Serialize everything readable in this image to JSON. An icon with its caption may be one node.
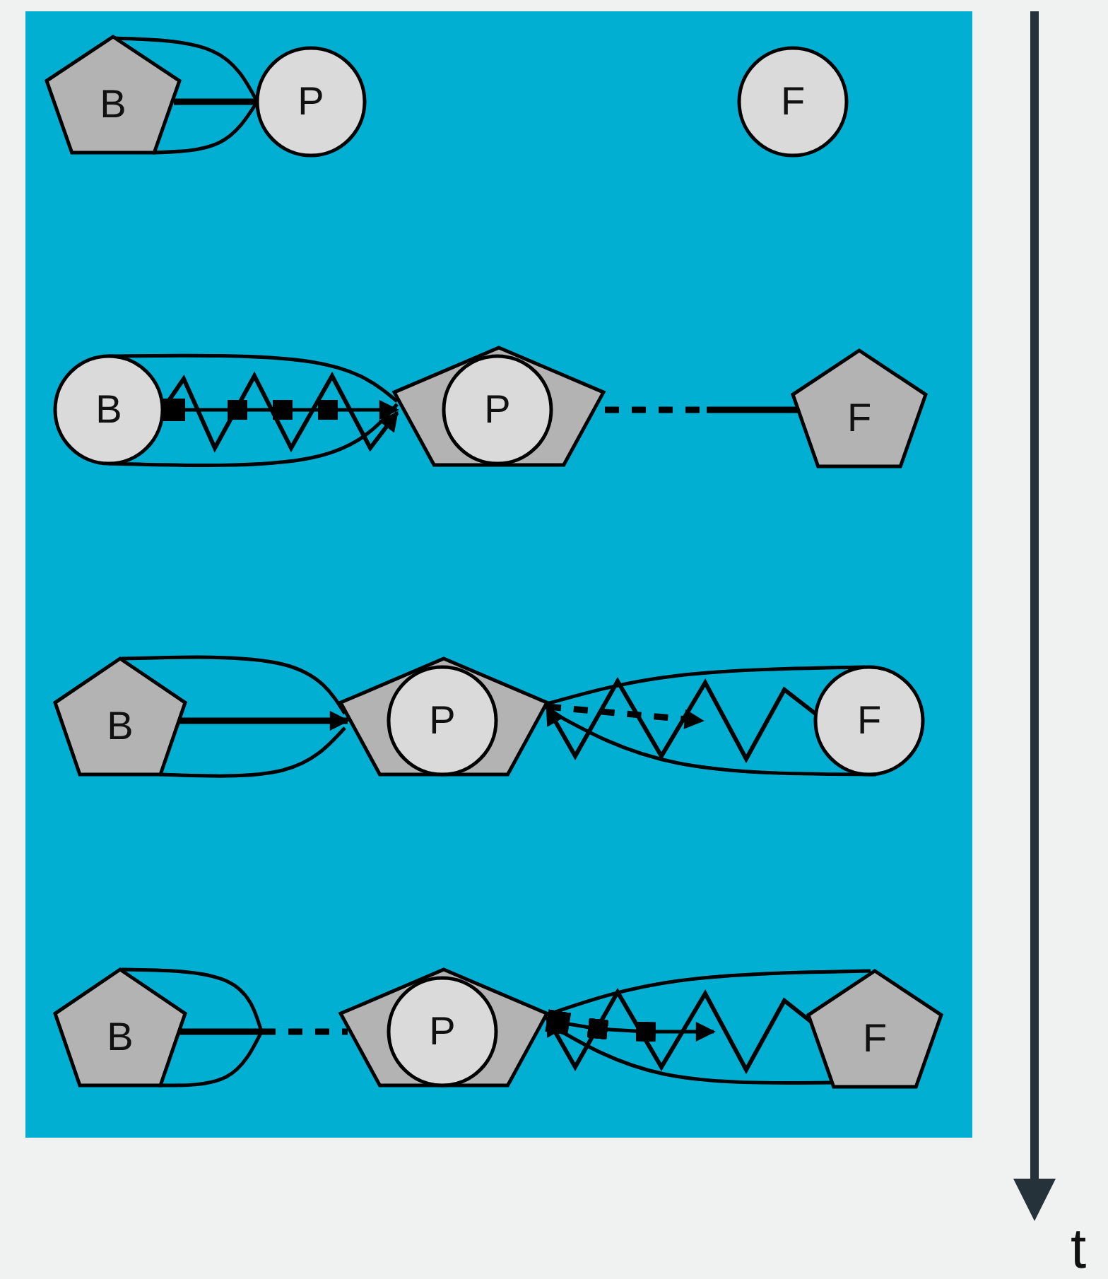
{
  "diagram": {
    "nodes": [
      {
        "text": [
          "B"
        ]
      },
      {
        "text": [
          "P"
        ]
      },
      {
        "text": [
          "F"
        ]
      },
      {
        "text": [
          "B"
        ]
      },
      {
        "text": [
          "P"
        ]
      },
      {
        "text": [
          "F"
        ]
      },
      {
        "text": [
          "B"
        ]
      },
      {
        "text": [
          "P"
        ]
      },
      {
        "text": [
          "F"
        ]
      },
      {
        "text": [
          "B"
        ]
      },
      {
        "text": [
          "P"
        ]
      },
      {
        "text": [
          "F"
        ]
      }
    ],
    "edges": [
      {
        "from": 0,
        "to": 1,
        "arrow": "none",
        "style": "thick"
      },
      {
        "from": 0,
        "to": 1,
        "arrow": "none"
      },
      {
        "from": 0,
        "to": 1,
        "arrow": "none"
      },
      {
        "from": 3,
        "to": 4,
        "arrow": "none"
      },
      {
        "from": 3,
        "to": 4,
        "arrow": "none"
      },
      {
        "from": 3,
        "to": 4,
        "arrow": "to"
      },
      {
        "from": 3,
        "to": 4,
        "arrow": "to"
      },
      {
        "from": 4,
        "to": null,
        "arrow": "none",
        "style": "dashed"
      },
      {
        "from": null,
        "to": 5,
        "arrow": "none",
        "style": "thick"
      },
      {
        "from": 6,
        "to": 7,
        "arrow": "to",
        "style": "thick"
      },
      {
        "from": 6,
        "to": 7,
        "arrow": "none"
      },
      {
        "from": 6,
        "to": 7,
        "arrow": "none"
      },
      {
        "from": 8,
        "to": 7,
        "arrow": "to"
      },
      {
        "from": 7,
        "to": null,
        "arrow": "to",
        "style": "dashed"
      },
      {
        "from": 7,
        "to": 8,
        "arrow": "none"
      },
      {
        "from": 7,
        "to": 8,
        "arrow": "none"
      },
      {
        "from": 9,
        "to": null,
        "arrow": "none",
        "style": "thick"
      },
      {
        "from": 9,
        "to": null,
        "arrow": "none"
      },
      {
        "from": 9,
        "to": null,
        "arrow": "none"
      },
      {
        "from": null,
        "to": 10,
        "arrow": "none",
        "style": "dashed"
      },
      {
        "from": 11,
        "to": 10,
        "arrow": "to"
      },
      {
        "from": 10,
        "to": null,
        "arrow": "to"
      },
      {
        "from": 10,
        "to": 11,
        "arrow": "none"
      },
      {
        "from": 10,
        "to": 11,
        "arrow": "none"
      }
    ],
    "labels": [
      "t"
    ]
  }
}
